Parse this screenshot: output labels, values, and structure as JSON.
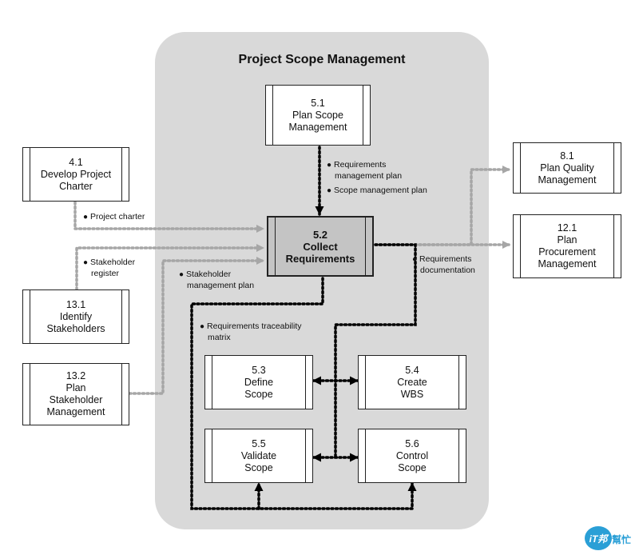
{
  "title": "Project Scope Management",
  "processes": {
    "p51": {
      "num": "5.1",
      "line1": "Plan Scope",
      "line2": "Management",
      "line3": ""
    },
    "p52": {
      "num": "5.2",
      "line1": "Collect",
      "line2": "Requirements",
      "line3": ""
    },
    "p53": {
      "num": "5.3",
      "line1": "Define",
      "line2": "Scope",
      "line3": ""
    },
    "p54": {
      "num": "5.4",
      "line1": "Create",
      "line2": "WBS",
      "line3": ""
    },
    "p55": {
      "num": "5.5",
      "line1": "Validate",
      "line2": "Scope",
      "line3": ""
    },
    "p56": {
      "num": "5.6",
      "line1": "Control",
      "line2": "Scope",
      "line3": ""
    },
    "p41": {
      "num": "4.1",
      "line1": "Develop Project",
      "line2": "Charter",
      "line3": ""
    },
    "p131": {
      "num": "13.1",
      "line1": "Identify",
      "line2": "Stakeholders",
      "line3": ""
    },
    "p132": {
      "num": "13.2",
      "line1": "Plan",
      "line2": "Stakeholder",
      "line3": "Management"
    },
    "p81": {
      "num": "8.1",
      "line1": "Plan Quality",
      "line2": "Management",
      "line3": ""
    },
    "p121": {
      "num": "12.1",
      "line1": "Plan",
      "line2": "Procurement",
      "line3": "Management"
    }
  },
  "notes": {
    "req_mgmt_plan_1": "Requirements",
    "req_mgmt_plan_2": "management plan",
    "scope_mgmt_plan": "Scope management plan",
    "project_charter": "Project charter",
    "stakeholder_register_1": "Stakeholder",
    "stakeholder_register_2": "register",
    "stakeholder_mgmt_plan_1": "Stakeholder",
    "stakeholder_mgmt_plan_2": "management plan",
    "req_documentation_1": "Requirements",
    "req_documentation_2": "documentation",
    "req_traceability_1": "Requirements traceability",
    "req_traceability_2": "matrix"
  },
  "watermark": {
    "mark": "iT邦",
    "text": "幫忙"
  },
  "colors": {
    "region": "#d9d9d9",
    "main_process": "#c4c4c4",
    "external_flow": "#a6a6a6",
    "internal_flow": "#000000"
  }
}
